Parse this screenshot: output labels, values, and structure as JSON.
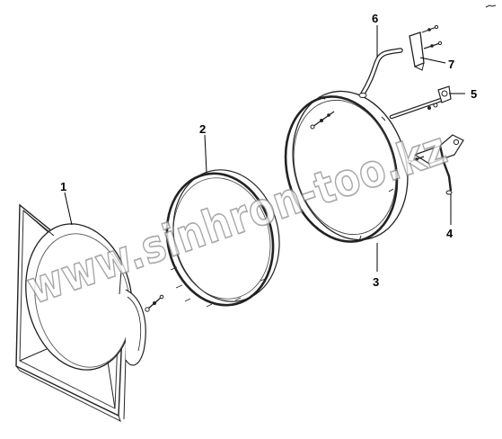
{
  "callouts": [
    {
      "id": "1",
      "label": "1"
    },
    {
      "id": "2",
      "label": "2"
    },
    {
      "id": "3",
      "label": "3"
    },
    {
      "id": "4",
      "label": "4"
    },
    {
      "id": "5",
      "label": "5"
    },
    {
      "id": "6",
      "label": "6"
    },
    {
      "id": "7",
      "label": "7"
    }
  ],
  "watermark": "www.sinhron-too.kz"
}
